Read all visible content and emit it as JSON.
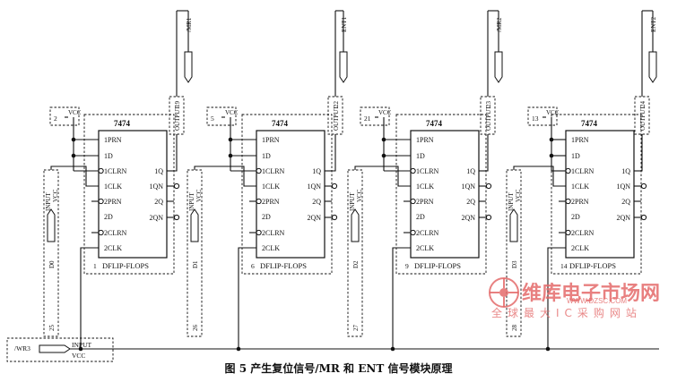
{
  "caption": "图 5    产生复位信号/MR 和 ENT 信号模块原理",
  "watermark": {
    "domain": "维库电子市场网",
    "url": "WWW.DZSC.COM",
    "slogan": "全球最大IC采购网站",
    "color": "#e46b6b"
  },
  "chip": {
    "part": "7474",
    "family": "DFLIP-FLOPS",
    "pins": [
      "1PRN",
      "1D",
      "1CLRN",
      "1CLK",
      "2PRN",
      "2D",
      "2CLRN",
      "2CLK",
      "1Q",
      "1QN",
      "2Q",
      "2QN"
    ]
  },
  "modules": [
    {
      "vcc_num": "2",
      "out_num": "19",
      "out_signal": "/MR1",
      "chip_num": "1",
      "in_num": "25",
      "in_signal": "D0"
    },
    {
      "vcc_num": "5",
      "out_num": "22",
      "out_signal": "ENT1",
      "chip_num": "6",
      "in_num": "26",
      "in_signal": "D1"
    },
    {
      "vcc_num": "21",
      "out_num": "23",
      "out_signal": "/MR2",
      "chip_num": "9",
      "in_num": "27",
      "in_signal": "D2"
    },
    {
      "vcc_num": "13",
      "out_num": "24",
      "out_signal": "ENT2",
      "chip_num": "14",
      "in_num": "28",
      "in_signal": "D3"
    }
  ],
  "labels": {
    "vcc": "VCC",
    "input": "INPUT",
    "output": "OUTPUT"
  },
  "clock_input": {
    "signal": "/WR3",
    "type": "INPUT",
    "supply": "VCC"
  }
}
